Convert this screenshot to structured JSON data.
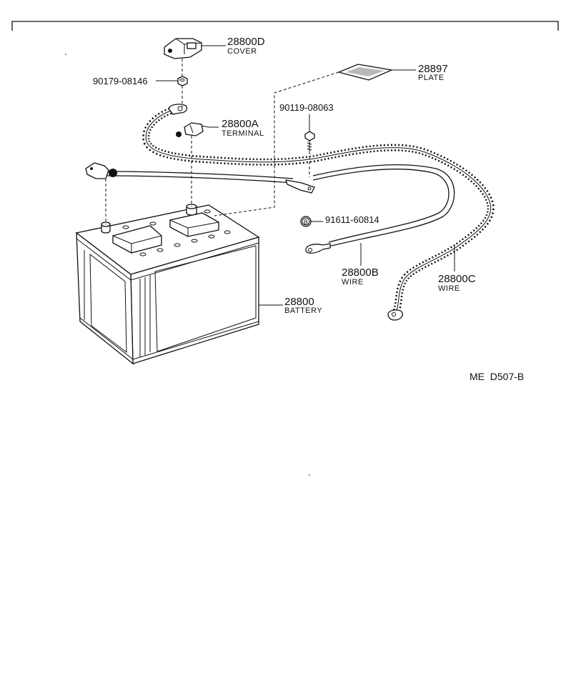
{
  "parts": {
    "cover": {
      "number": "28800D",
      "name": "COVER"
    },
    "nut": {
      "number": "90179-08146"
    },
    "plate": {
      "number": "28897",
      "name": "PLATE"
    },
    "bolt": {
      "number": "90119-08063"
    },
    "terminal": {
      "number": "28800A",
      "name": "TERMINAL"
    },
    "clip": {
      "number": "91611-60814",
      "marker": "B"
    },
    "wire_b": {
      "number": "28800B",
      "name": "WIRE"
    },
    "wire_c": {
      "number": "28800C",
      "name": "WIRE"
    },
    "battery": {
      "number": "28800",
      "name": "BATTERY"
    }
  },
  "reference": {
    "code": "ME  D507-B"
  },
  "icons": [
    "battery-drawing",
    "cover-part",
    "nut-part",
    "plate-part",
    "bolt-part",
    "terminal-part",
    "clip-marker",
    "wire-b-cable",
    "wire-c-cable"
  ]
}
